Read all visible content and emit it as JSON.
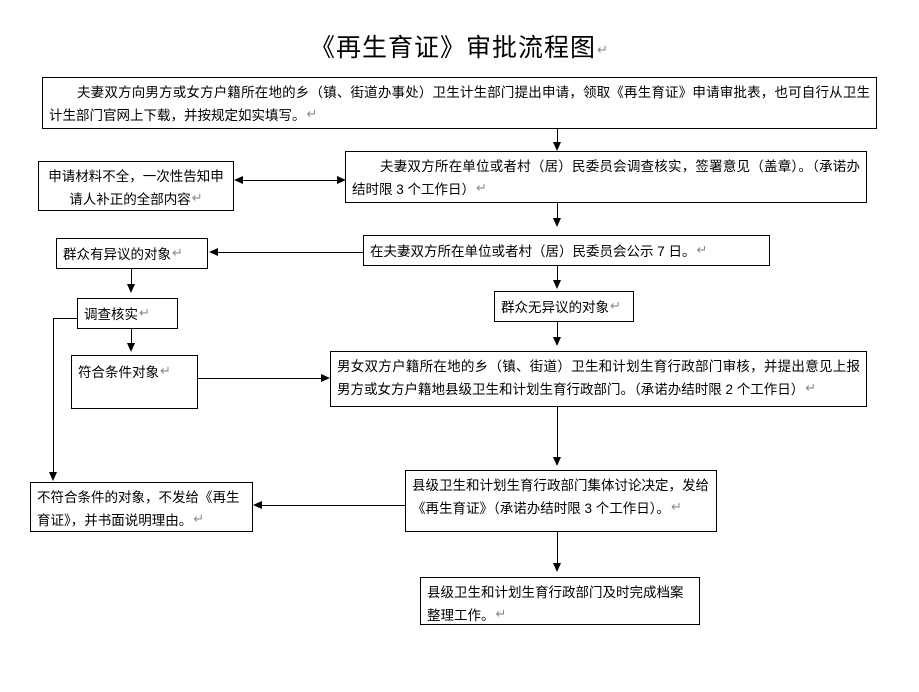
{
  "document": {
    "title": "《再生育证》审批流程图",
    "title_mark": "↵"
  },
  "paragraph_mark": "↵",
  "colors": {
    "stroke": "#000000",
    "background": "#ffffff",
    "text": "#000000",
    "mark": "#8a8a8a"
  },
  "nodes": [
    {
      "id": "n1",
      "name": "apply-submit-box",
      "text": "夫妻双方向男方或女方户籍所在地的乡（镇、街道办事处）卫生计生部门提出申请，领取《再生育证》申请审批表，也可自行从卫生计生部门官网上下载，并按规定如实填写。"
    },
    {
      "id": "n2",
      "name": "incomplete-materials-box",
      "text": "申请材料不全，一次性告知申请人补正的全部内容"
    },
    {
      "id": "n3",
      "name": "unit-verify-box",
      "text": "夫妻双方所在单位或者村（居）民委员会调查核实，签署意见（盖章）。（承诺办结时限 3 个工作日）"
    },
    {
      "id": "n4",
      "name": "public-notice-box",
      "text": "在夫妻双方所在单位或者村（居）民委员会公示 7 日。"
    },
    {
      "id": "n5",
      "name": "objection-target-box",
      "text": "群众有异议的对象"
    },
    {
      "id": "n6",
      "name": "no-objection-target-box",
      "text": "群众无异议的对象"
    },
    {
      "id": "n7",
      "name": "investigate-verify-box",
      "text": "调查核实"
    },
    {
      "id": "n8",
      "name": "qualified-target-box",
      "text": "符合条件对象"
    },
    {
      "id": "n9",
      "name": "township-review-box",
      "text": "男女双方户籍所在地的乡（镇、街道）卫生和计划生育行政部门审核，并提出意见上报男方或女方户籍地县级卫生和计划生育行政部门。（承诺办结时限 2 个工作日）"
    },
    {
      "id": "n10",
      "name": "unqualified-target-box",
      "text": "不符合条件的对象，不发给《再生育证》，并书面说明理由。"
    },
    {
      "id": "n11",
      "name": "county-decision-box",
      "text": "县级卫生和计划生育行政部门集体讨论决定，发给《再生育证》（承诺办结时限 3 个工作日）。"
    },
    {
      "id": "n12",
      "name": "archive-box",
      "text": "县级卫生和计划生育行政部门及时完成档案整理工作。"
    }
  ],
  "connectors": [
    {
      "name": "connector-apply-to-unit-verify",
      "kind": "arrow-down"
    },
    {
      "name": "connector-unit-verify-to-incomplete",
      "kind": "arrow-double-horizontal"
    },
    {
      "name": "connector-unit-verify-to-notice",
      "kind": "arrow-down"
    },
    {
      "name": "connector-notice-to-objection",
      "kind": "arrow-left"
    },
    {
      "name": "connector-notice-to-no-objection",
      "kind": "arrow-down"
    },
    {
      "name": "connector-objection-to-investigate",
      "kind": "arrow-down"
    },
    {
      "name": "connector-investigate-to-qualified",
      "kind": "arrow-down"
    },
    {
      "name": "connector-investigate-to-unqualified",
      "kind": "elbow-left-down-arrow"
    },
    {
      "name": "connector-qualified-to-township",
      "kind": "arrow-right"
    },
    {
      "name": "connector-no-objection-to-township",
      "kind": "arrow-down"
    },
    {
      "name": "connector-township-to-county",
      "kind": "arrow-down"
    },
    {
      "name": "connector-county-to-unqualified",
      "kind": "arrow-left"
    },
    {
      "name": "connector-county-to-archive",
      "kind": "arrow-down"
    }
  ]
}
